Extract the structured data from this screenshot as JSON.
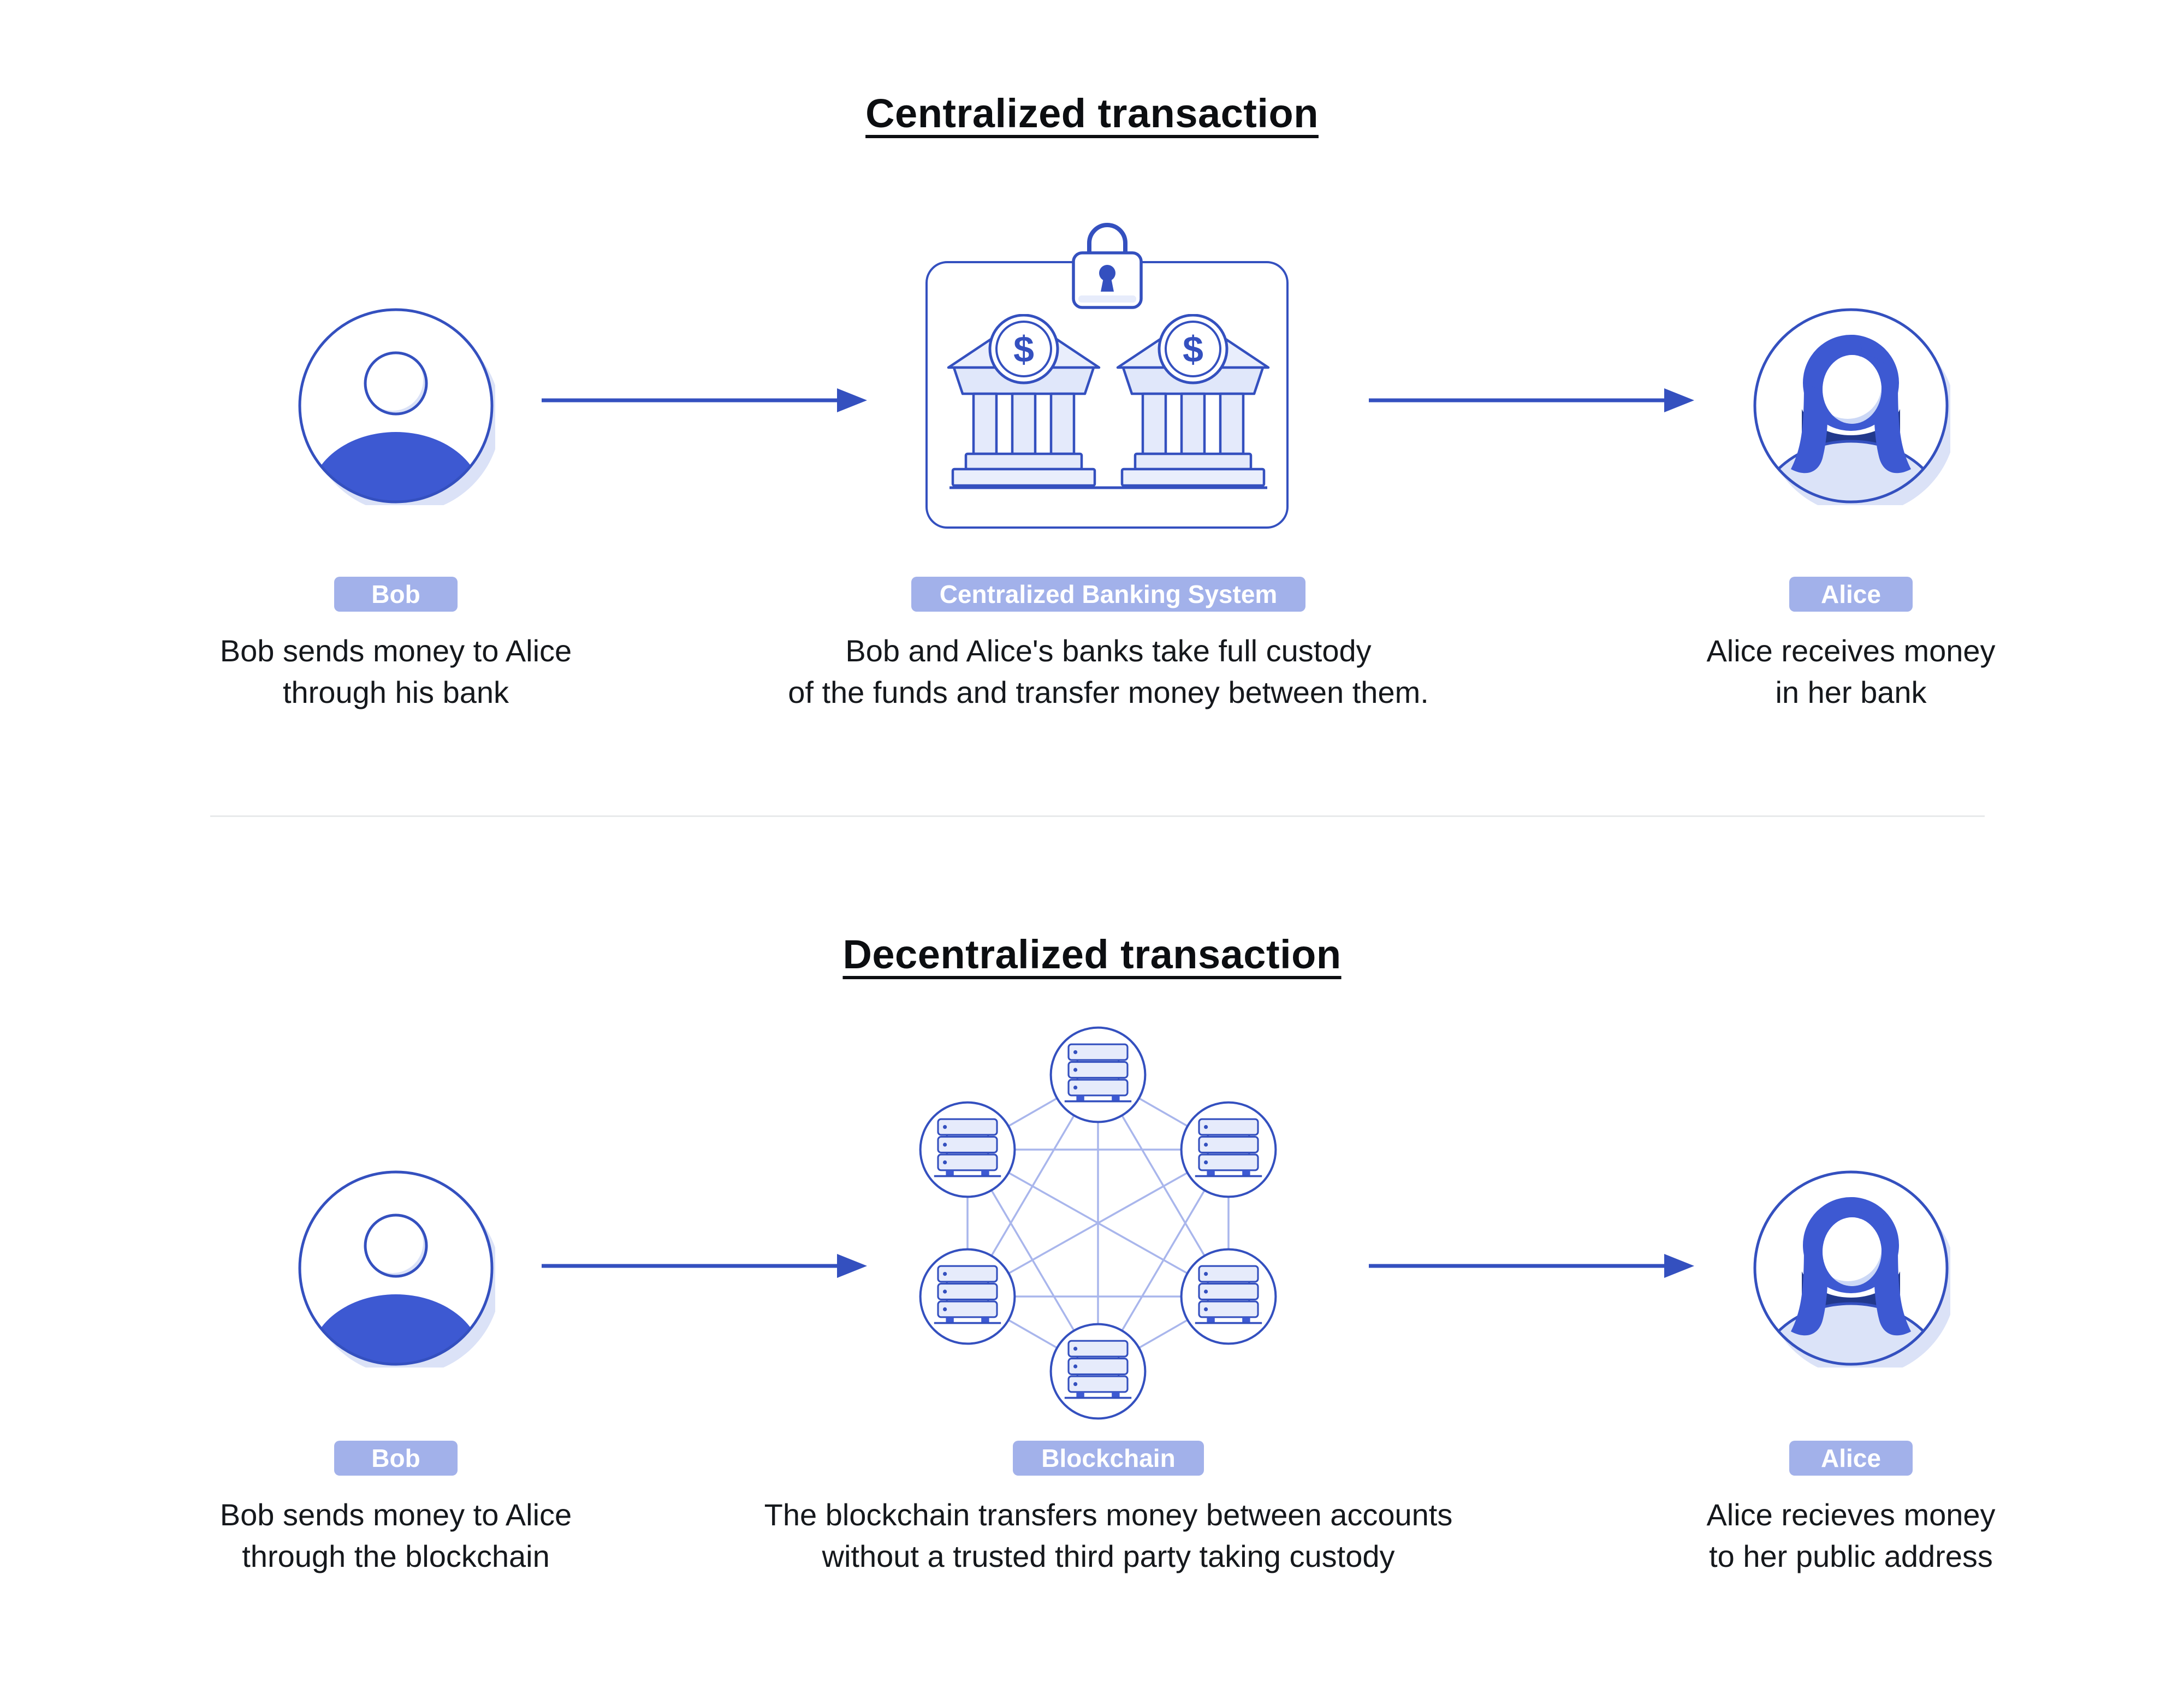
{
  "colors": {
    "accent_blue": "#3450bf",
    "fill_blue": "#3d59d2",
    "dark_navy": "#22398c",
    "light_lavender": "#e7ecfb",
    "shadow_lavender": "#dbe2f7",
    "pill_background": "#a2b1ea",
    "pill_text": "#ffffff",
    "mesh_line": "#a9b6ec",
    "divider": "#e8eaeb",
    "caption_text": "#15181c"
  },
  "icons": {
    "bank_dollar": "$"
  },
  "centralized": {
    "title": "Centralized transaction",
    "bob": {
      "label": "Bob",
      "caption": [
        "Bob sends money to Alice",
        "through his bank"
      ]
    },
    "system": {
      "label": "Centralized Banking System",
      "caption": [
        "Bob and Alice's banks take full custody",
        "of the funds and transfer money between them."
      ]
    },
    "alice": {
      "label": "Alice",
      "caption": [
        "Alice receives money",
        "in her bank"
      ]
    }
  },
  "decentralized": {
    "title": "Decentralized transaction",
    "bob": {
      "label": "Bob",
      "caption": [
        "Bob sends money to Alice",
        "through the blockchain"
      ]
    },
    "system": {
      "label": "Blockchain",
      "caption": [
        "The blockchain transfers money between accounts",
        "without a trusted third party taking custody"
      ]
    },
    "alice": {
      "label": "Alice",
      "caption": [
        "Alice recieves money",
        "to her public address"
      ]
    }
  }
}
